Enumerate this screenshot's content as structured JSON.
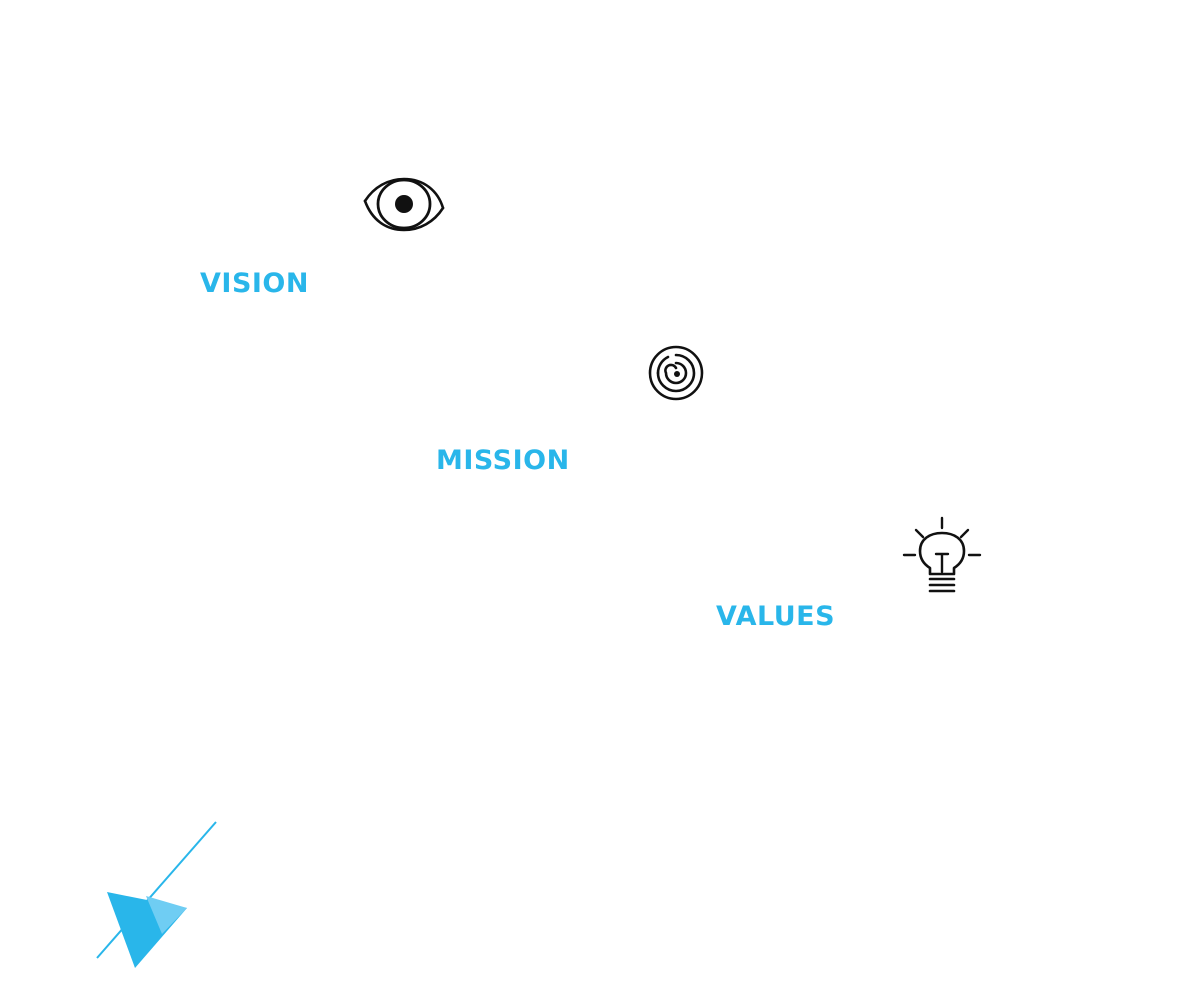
{
  "colors": {
    "accent": "#29b6ea",
    "accent_light": "#6fcdf3",
    "icon": "#111111"
  },
  "sections": [
    {
      "key": "vision",
      "label": "VISION",
      "icon": "eye-icon"
    },
    {
      "key": "mission",
      "label": "MISSION",
      "icon": "spiral-icon"
    },
    {
      "key": "values",
      "label": "VALUES",
      "icon": "lightbulb-icon"
    }
  ],
  "decoration": {
    "icon": "arrow-triangle-graphic"
  }
}
